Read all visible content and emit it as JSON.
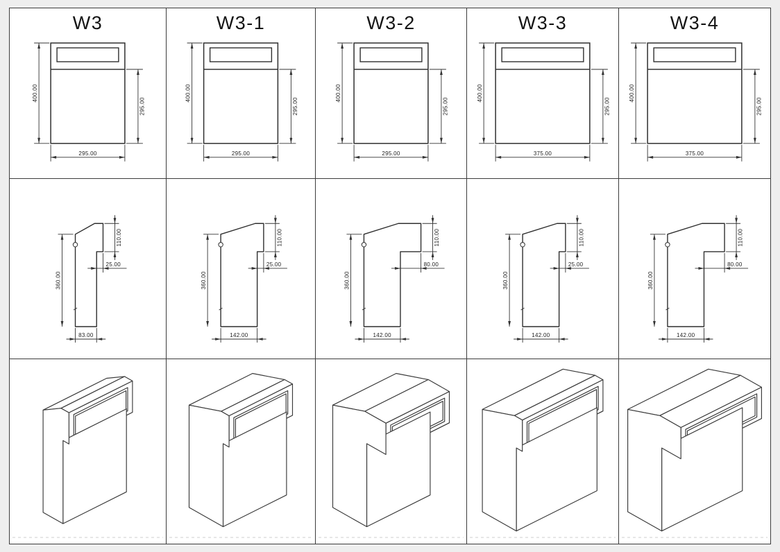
{
  "sheet": {
    "background": "#ffffff",
    "frame_color": "#3c3c3c",
    "line_color": "#2f2f2f",
    "dim_color": "#333333"
  },
  "table": {
    "columns": [
      {
        "id": "W3",
        "front": {
          "height": "400.00",
          "body_height": "295.00",
          "width": "295.00"
        },
        "side": {
          "height": "360.00",
          "lid": "110.00",
          "step": "25.00",
          "depth": "83.00"
        }
      },
      {
        "id": "W3-1",
        "front": {
          "height": "400.00",
          "body_height": "295.00",
          "width": "295.00"
        },
        "side": {
          "height": "360.00",
          "lid": "110.00",
          "step": "25.00",
          "depth": "142.00"
        }
      },
      {
        "id": "W3-2",
        "front": {
          "height": "400.00",
          "body_height": "295.00",
          "width": "295.00"
        },
        "side": {
          "height": "360.00",
          "lid": "110.00",
          "step": "80.00",
          "depth": "142.00"
        }
      },
      {
        "id": "W3-3",
        "front": {
          "height": "400.00",
          "body_height": "295.00",
          "width": "375.00"
        },
        "side": {
          "height": "360.00",
          "lid": "110.00",
          "step": "25.00",
          "depth": "142.00"
        }
      },
      {
        "id": "W3-4",
        "front": {
          "height": "400.00",
          "body_height": "295.00",
          "width": "375.00"
        },
        "side": {
          "height": "360.00",
          "lid": "110.00",
          "step": "80.00",
          "depth": "142.00"
        }
      }
    ]
  }
}
